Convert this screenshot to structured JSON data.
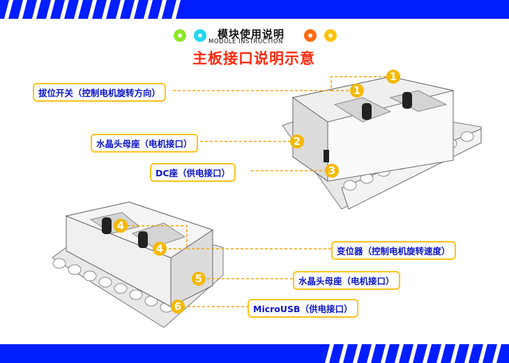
{
  "header": {
    "title_cn": "模块使用说明",
    "title_en": "MODULE INSTRUCTION",
    "subtitle": "主板接口说明示意"
  },
  "colors": {
    "brand_blue": "#001eff",
    "accent_yellow": "#ffc21a",
    "title_red": "#ff2a10",
    "label_text": "#0a14c8"
  },
  "callouts": [
    {
      "number": "1",
      "label": "拔位开关（控制电机旋转方向）"
    },
    {
      "number": "2",
      "label": "水晶头母座（电机接口）"
    },
    {
      "number": "3",
      "label": "DC座（供电接口）"
    },
    {
      "number": "4",
      "label": "变位器（控制电机旋转速度）"
    },
    {
      "number": "5",
      "label": "水晶头母座（电机接口）"
    },
    {
      "number": "6",
      "label": "MicroUSB（供电接口）"
    }
  ]
}
